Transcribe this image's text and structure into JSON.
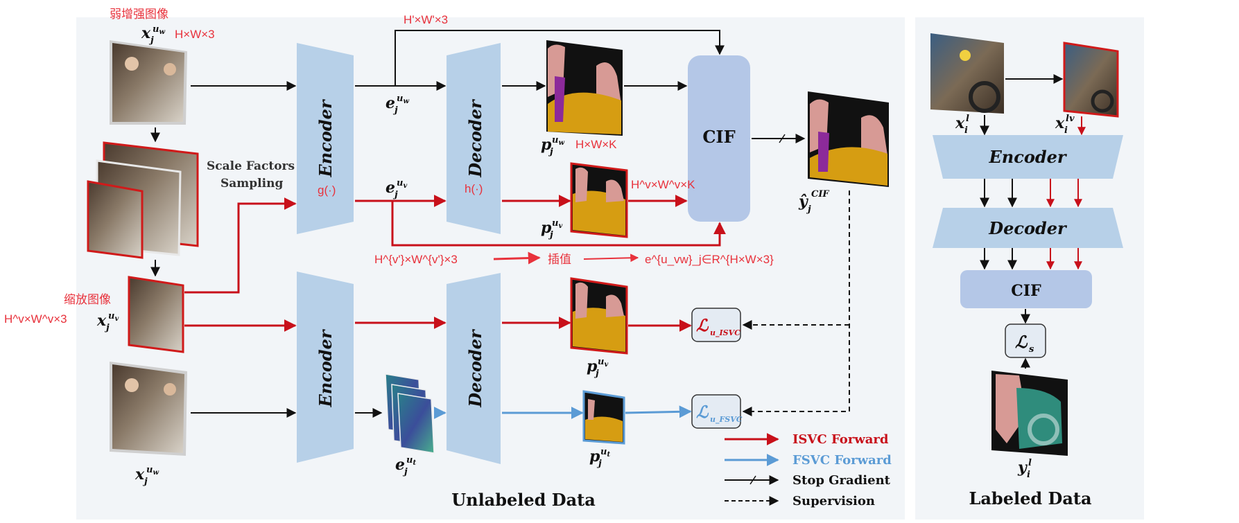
{
  "unlabeled_panel": {
    "title": "Unlabeled Data",
    "weak_image_label": "弱增强图像",
    "weak_dims": "H×W×3",
    "scaled_image_label": "缩放图像",
    "scaled_dims": "H^v×W^v×3",
    "scale_sampling_line1": "Scale Factors",
    "scale_sampling_line2": "Sampling",
    "top_dims": "H'×W'×3",
    "encoder_label": "Encoder",
    "decoder_label": "Decoder",
    "g_func": "g(·)",
    "h_func": "h(·)",
    "cif_label": "CIF",
    "pred_w_dims": "H×W×K",
    "pred_v_dims": "H^v×W^v×K",
    "interp_src": "H^{v'}×W^{v'}×3",
    "interp_label": "插值",
    "interp_dst": "e^{u_vw}_j∈R^{H×W×3}",
    "loss_isvc_sub": "u_ISVC",
    "loss_fsvc_sub": "u_FSVC"
  },
  "math": {
    "x_uw": "x",
    "x_uv": "x",
    "e_uw": "e",
    "e_uv": "e",
    "e_ut": "e",
    "p_uw": "p",
    "p_uv": "p",
    "p_ut": "p",
    "y_cif": "ŷ",
    "loss": "ℒ"
  },
  "legend": {
    "isvc": "ISVC Forward",
    "fsvc": "FSVC Forward",
    "stop": "Stop Gradient",
    "sup": "Supervision"
  },
  "labeled_panel": {
    "title": "Labeled Data",
    "encoder_label": "Encoder",
    "decoder_label": "Decoder",
    "cif_label": "CIF",
    "loss_s": "s"
  },
  "colors": {
    "red": "#c8101a",
    "blue": "#5b9bd5",
    "black": "#111111",
    "block_blue": "#b7d0e8",
    "cif_blue": "#b4c7e7",
    "panel_bg": "#f2f5f8",
    "annot_red": "#e8323c"
  }
}
